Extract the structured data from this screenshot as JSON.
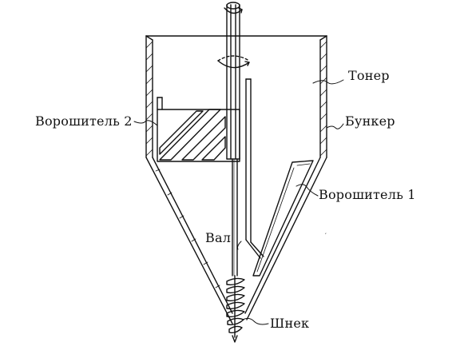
{
  "labels": {
    "toner": "Тонер",
    "agitator_2": "Ворошитель 2",
    "hopper": "Бункер",
    "agitator_1": "Ворошитель 1",
    "shaft": "Вал",
    "auger": "Шнек"
  },
  "colors": {
    "line": "#111111",
    "background": "#ffffff"
  }
}
